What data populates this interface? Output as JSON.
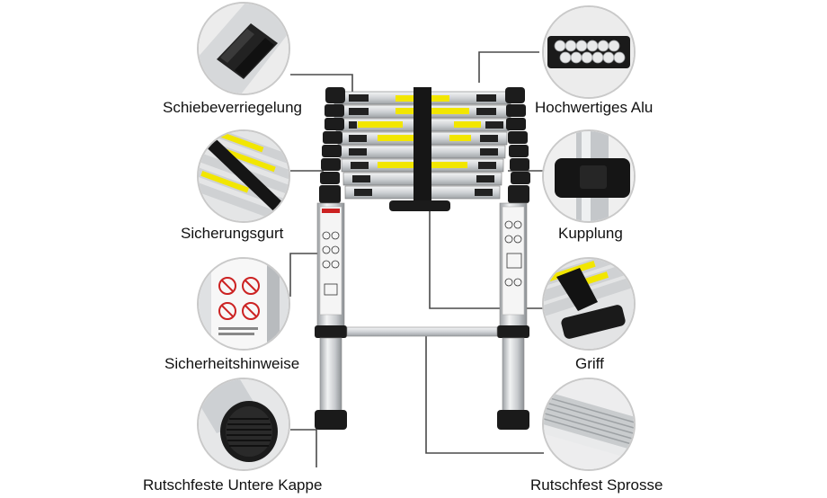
{
  "features": {
    "schiebeverriegelung": "Schiebeverriegelung",
    "sicherungsgurt": "Sicherungsgurt",
    "sicherheitshinweise": "Sicherheitshinweise",
    "rutschfeste_untere_kappe": "Rutschfeste Untere Kappe",
    "hochwertiges_alu": "Hochwertiges Alu",
    "kupplung": "Kupplung",
    "griff": "Griff",
    "rutschfest_sprosse": "Rutschfest Sprosse"
  },
  "colors": {
    "leader_line": "#4a4a4a",
    "circle_border": "#c9c9c9",
    "aluminium": "#d4d6d8",
    "black_plastic": "#1a1a1a",
    "warning_yellow": "#f2e600"
  },
  "icons": {
    "ladder": "telescopic-ladder-image",
    "lock": "sliding-lock-image",
    "belt": "safety-belt-image",
    "safety": "safety-pictograms-image",
    "cap": "rubber-foot-cap-image",
    "alu": "aluminium-tubes-image",
    "coupling": "coupling-image",
    "handle": "handle-image",
    "rung": "anti-slip-rung-image"
  }
}
